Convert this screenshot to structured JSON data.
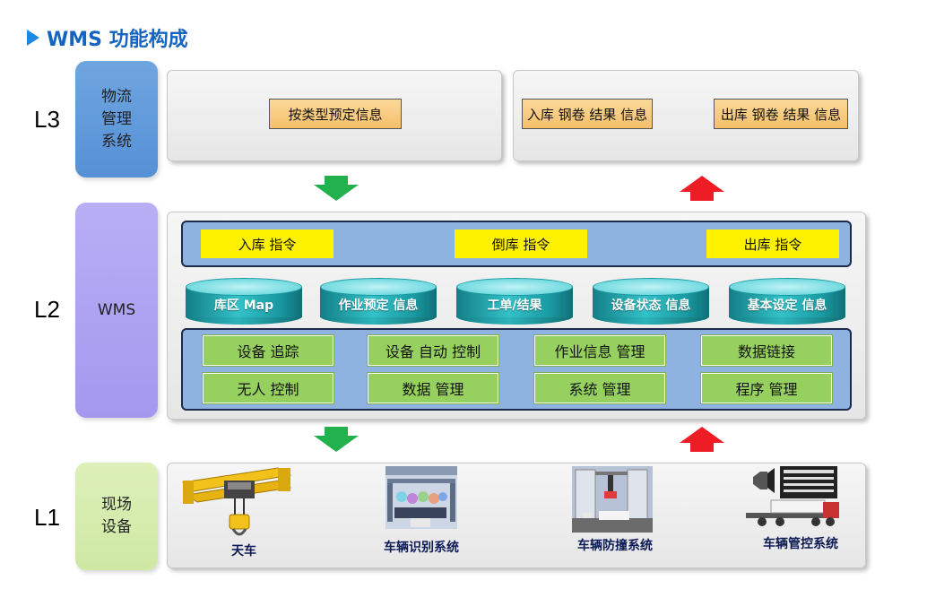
{
  "title": "WMS 功能构成",
  "levels": {
    "l3": {
      "label": "L3",
      "role": "物流\n管理\n系统"
    },
    "l2": {
      "label": "L2",
      "role": "WMS"
    },
    "l1": {
      "label": "L1",
      "role": "现场\n设备"
    }
  },
  "l3_panel_left": {
    "items": [
      "按类型预定信息"
    ]
  },
  "l3_panel_right": {
    "items": [
      "入库 钢卷 结果 信息",
      "出库 钢卷 结果 信息"
    ]
  },
  "l2_commands": [
    "入库 指令",
    "倒库 指令",
    "出库 指令"
  ],
  "l2_databases": [
    "库区 Map",
    "作业预定 信息",
    "工单/结果",
    "设备状态 信息",
    "基本设定 信息"
  ],
  "l2_functions": [
    [
      "设备 追踪",
      "无人 控制"
    ],
    [
      "设备 自动 控制",
      "数据 管理"
    ],
    [
      "作业信息 管理",
      "系统 管理"
    ],
    [
      "数据链接",
      "程序 管理"
    ]
  ],
  "l1_devices": [
    "天车",
    "车辆识别系统",
    "车辆防撞系统",
    "车辆管控系统"
  ],
  "colors": {
    "down_arrow": "#22b14c",
    "up_arrow": "#ee1c24",
    "title": "#1565c0"
  }
}
